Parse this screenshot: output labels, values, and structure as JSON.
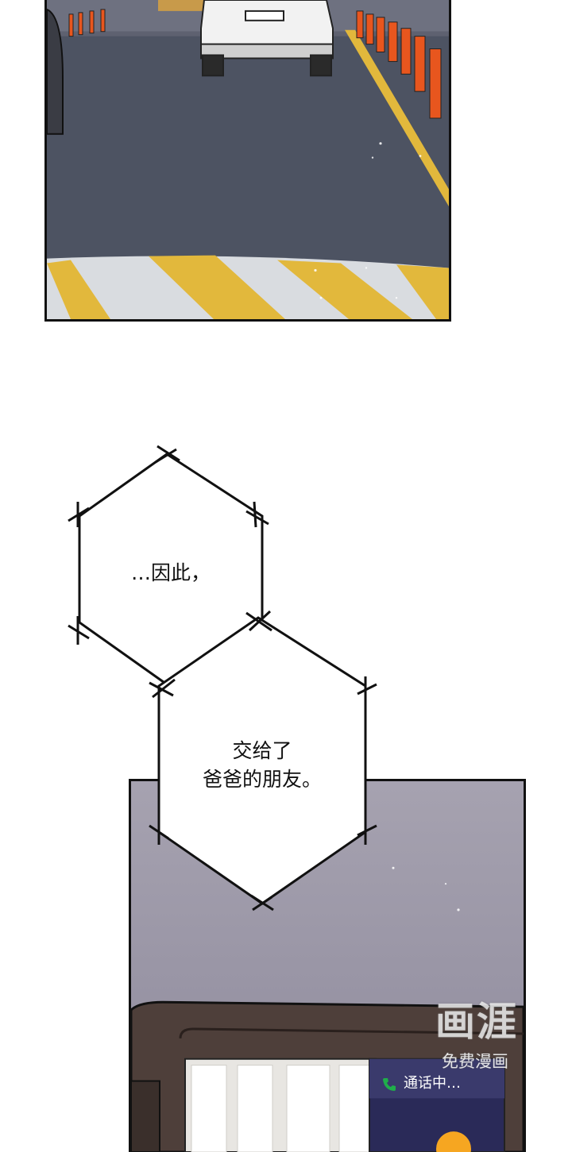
{
  "dialogue": [
    {
      "text": "…因此，"
    },
    {
      "lines": [
        "交给了",
        "爸爸的朋友。"
      ]
    }
  ],
  "phone": {
    "call_status": "通话中…",
    "call_icon": "phone-icon"
  },
  "watermark": {
    "logo": "画涯",
    "caption": "免费漫画"
  },
  "colors": {
    "road": "#4d5362",
    "panel_outline": "#111111",
    "yellow_line": "#e2b83c",
    "cone_orange": "#e8561e",
    "sky_top": "#a6a2b0",
    "sky_bottom": "#8e8a9c",
    "dashboard": "#4e3f3a",
    "phone_screen": "#2a2a58",
    "call_accent": "#1fae4a",
    "call_button": "#f6a621"
  }
}
